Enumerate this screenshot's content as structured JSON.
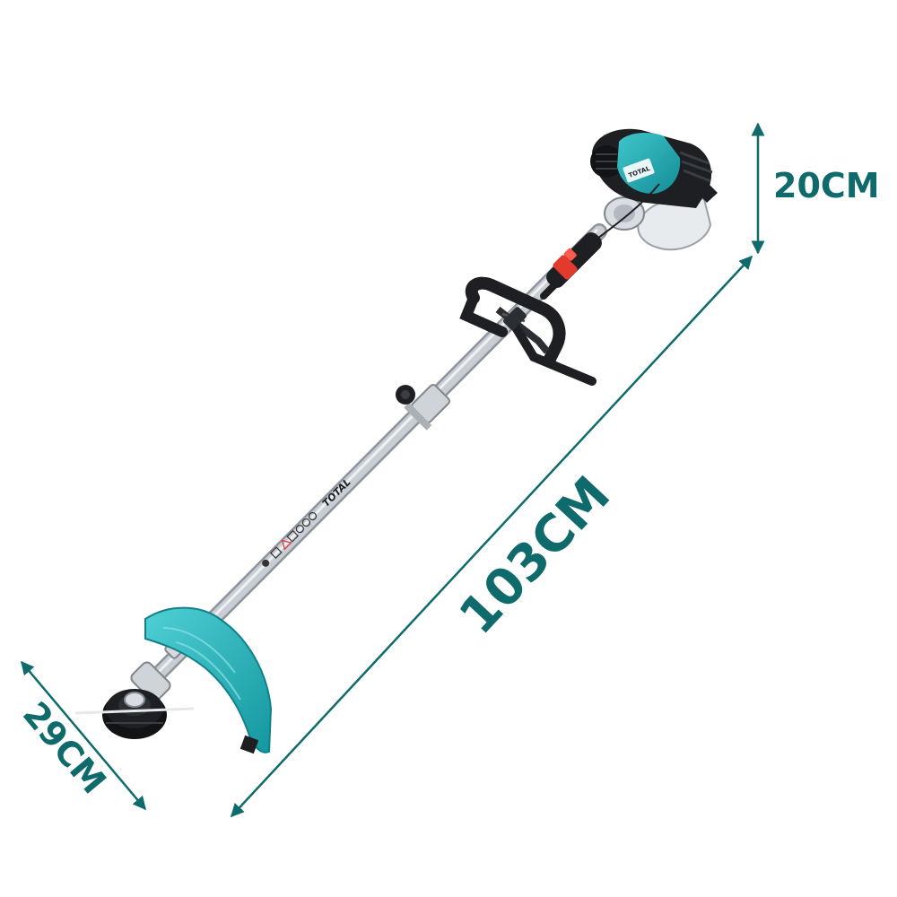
{
  "dimensions": {
    "height_label": "20CM",
    "length_label": "103CM",
    "width_label": "29CM"
  },
  "product": {
    "brand": "TOTAL"
  },
  "colors": {
    "accent": "#1aa9b0",
    "dimension": "#0f6b6b",
    "shaft": "#d9dde1",
    "dark": "#1d1f22",
    "trigger": "#e23b2e"
  }
}
